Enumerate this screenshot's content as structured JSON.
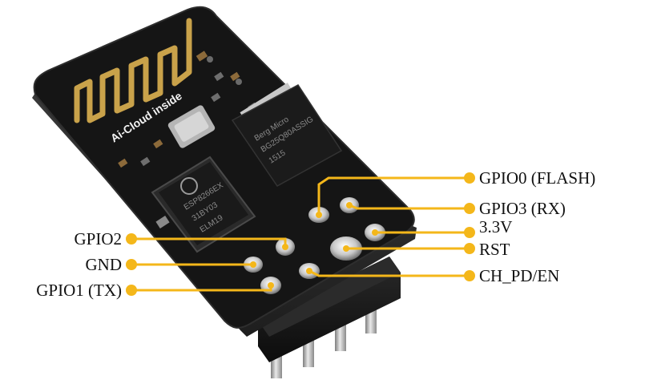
{
  "board": {
    "antenna_label": "Ai-Cloud inside",
    "chip_marking_lines": [
      "ESP8266EX",
      "31BY03",
      "ELM19"
    ],
    "flash_marking_lines": [
      "Berg Micro",
      "BG25Q80ASSIG",
      "1515"
    ]
  },
  "pins": [
    {
      "id": "gpio0",
      "label": "GPIO0 (FLASH)",
      "side": "right"
    },
    {
      "id": "gpio3",
      "label": "GPIO3 (RX)",
      "side": "right"
    },
    {
      "id": "vcc",
      "label": "3.3V",
      "side": "right"
    },
    {
      "id": "rst",
      "label": "RST",
      "side": "right"
    },
    {
      "id": "chpd",
      "label": "CH_PD/EN",
      "side": "right"
    },
    {
      "id": "gpio2",
      "label": "GPIO2",
      "side": "left"
    },
    {
      "id": "gnd",
      "label": "GND",
      "side": "left"
    },
    {
      "id": "gpio1",
      "label": "GPIO1 (TX)",
      "side": "left"
    }
  ],
  "colors": {
    "callout": "#f4b71a",
    "board": "#141414",
    "label": "#111111",
    "gold": "#c9a24a"
  }
}
